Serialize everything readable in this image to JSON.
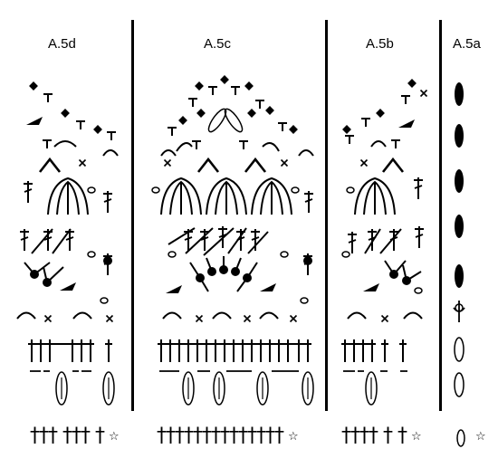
{
  "diagram": {
    "sections": [
      {
        "id": "a5d",
        "title": "A.5d",
        "base_trebles": "††† ††† †",
        "star": "☆"
      },
      {
        "id": "a5c",
        "title": "A.5c",
        "base_trebles": "††††††††††††††",
        "star": "☆"
      },
      {
        "id": "a5b",
        "title": "A.5b",
        "base_trebles": "†††† † †",
        "star": "☆"
      },
      {
        "id": "a5a",
        "title": "A.5a",
        "base_trebles": "",
        "star": "☆"
      }
    ]
  }
}
